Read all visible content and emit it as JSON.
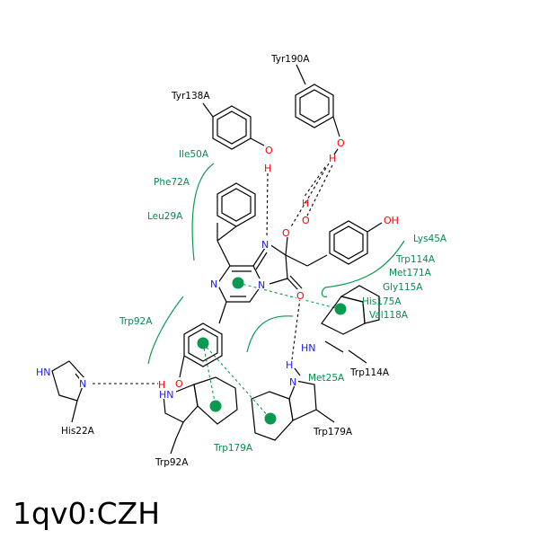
{
  "title": "1qv0:CZH",
  "residues": {
    "tyr190": "Tyr190A",
    "tyr138": "Tyr138A",
    "his22": "His22A",
    "trp92": "Trp92A",
    "trp114": "Trp114A",
    "trp179": "Trp179A"
  },
  "hydrophobic": {
    "ile50": "Ile50A",
    "phe72": "Phe72A",
    "leu29": "Leu29A",
    "trp92": "Trp92A",
    "lys45": "Lys45A",
    "trp114": "Trp114A",
    "met171": "Met171A",
    "gly115": "Gly115A",
    "his175": "His175A",
    "val118": "Val118A",
    "met25": "Met25A",
    "trp179": "Trp179A"
  },
  "atoms": {
    "N": "N",
    "O": "O",
    "H": "H",
    "HN": "HN",
    "OH": "OH",
    "HO": "H"
  },
  "colors": {
    "nitrogen": "#1a1aff",
    "oxygen": "#ff0000",
    "hydrophobic": "#0a9a4f",
    "bond": "#000000"
  }
}
